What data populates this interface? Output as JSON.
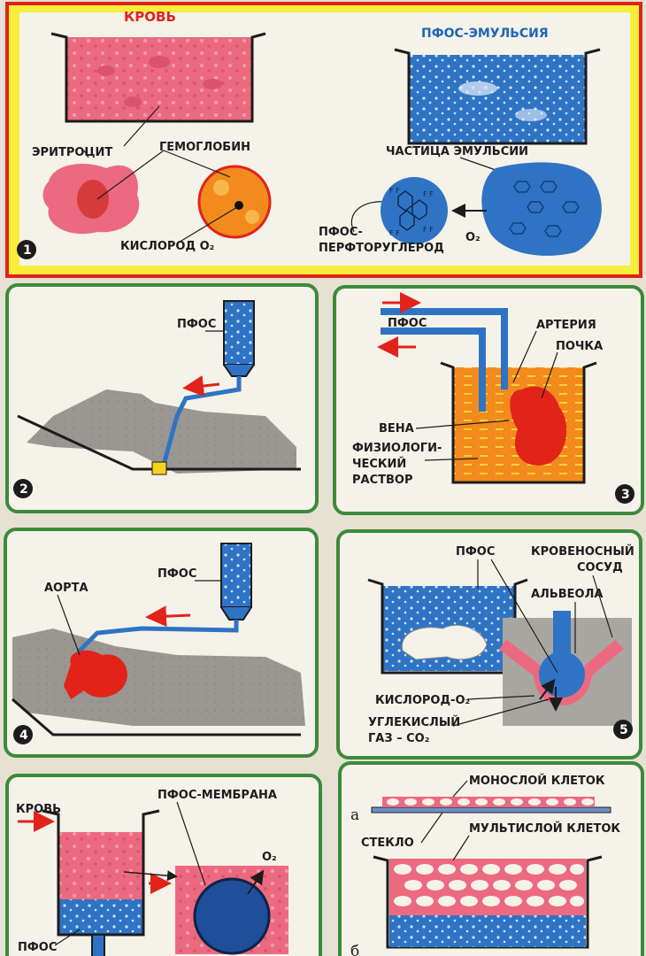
{
  "panel1": {
    "blood_title": "КРОВЬ",
    "emulsion_title": "ПФОС-ЭМУЛЬСИЯ",
    "erythrocyte": "ЭРИТРОЦИТ",
    "hemoglobin": "ГЕМОГЛОБИН",
    "oxygen": "КИСЛОРОД O₂",
    "emulsion_particle": "ЧАСТИЦА ЭМУЛЬСИИ",
    "pfos_line1": "ПФОС-",
    "pfos_line2": "ПЕРФТОРУГЛЕРОД",
    "o2": "O₂",
    "number": "1"
  },
  "panel2": {
    "pfos": "ПФОС",
    "number": "2"
  },
  "panel3": {
    "pfos": "ПФОС",
    "artery": "АРТЕРИЯ",
    "kidney": "ПОЧКА",
    "vein": "ВЕНА",
    "solution_line1": "ФИЗИОЛОГИ-",
    "solution_line2": "ЧЕСКИЙ",
    "solution_line3": "РАСТВОР",
    "number": "3"
  },
  "panel4": {
    "pfos": "ПФОС",
    "aorta": "АОРТА",
    "number": "4"
  },
  "panel5": {
    "pfos": "ПФОС",
    "vessel_line1": "КРОВЕНОСНЫЙ",
    "vessel_line2": "СОСУД",
    "alveolus": "АЛЬВЕОЛА",
    "oxygen": "КИСЛОРОД-O₂",
    "co2_line1": "УГЛЕКИСЛЫЙ",
    "co2_line2": "ГАЗ – CO₂",
    "number": "5"
  },
  "panel6": {
    "blood": "КРОВЬ",
    "membrane": "ПФОС-МЕМБРАНА",
    "o2": "O₂",
    "pfos": "ПФОС"
  },
  "panel7": {
    "letter_a": "а",
    "monolayer": "МОНОСЛОЙ КЛЕТОК",
    "glass": "СТЕКЛО",
    "multilayer": "МУЛЬТИСЛОЙ КЛЕТОК",
    "letter_b": "б"
  }
}
